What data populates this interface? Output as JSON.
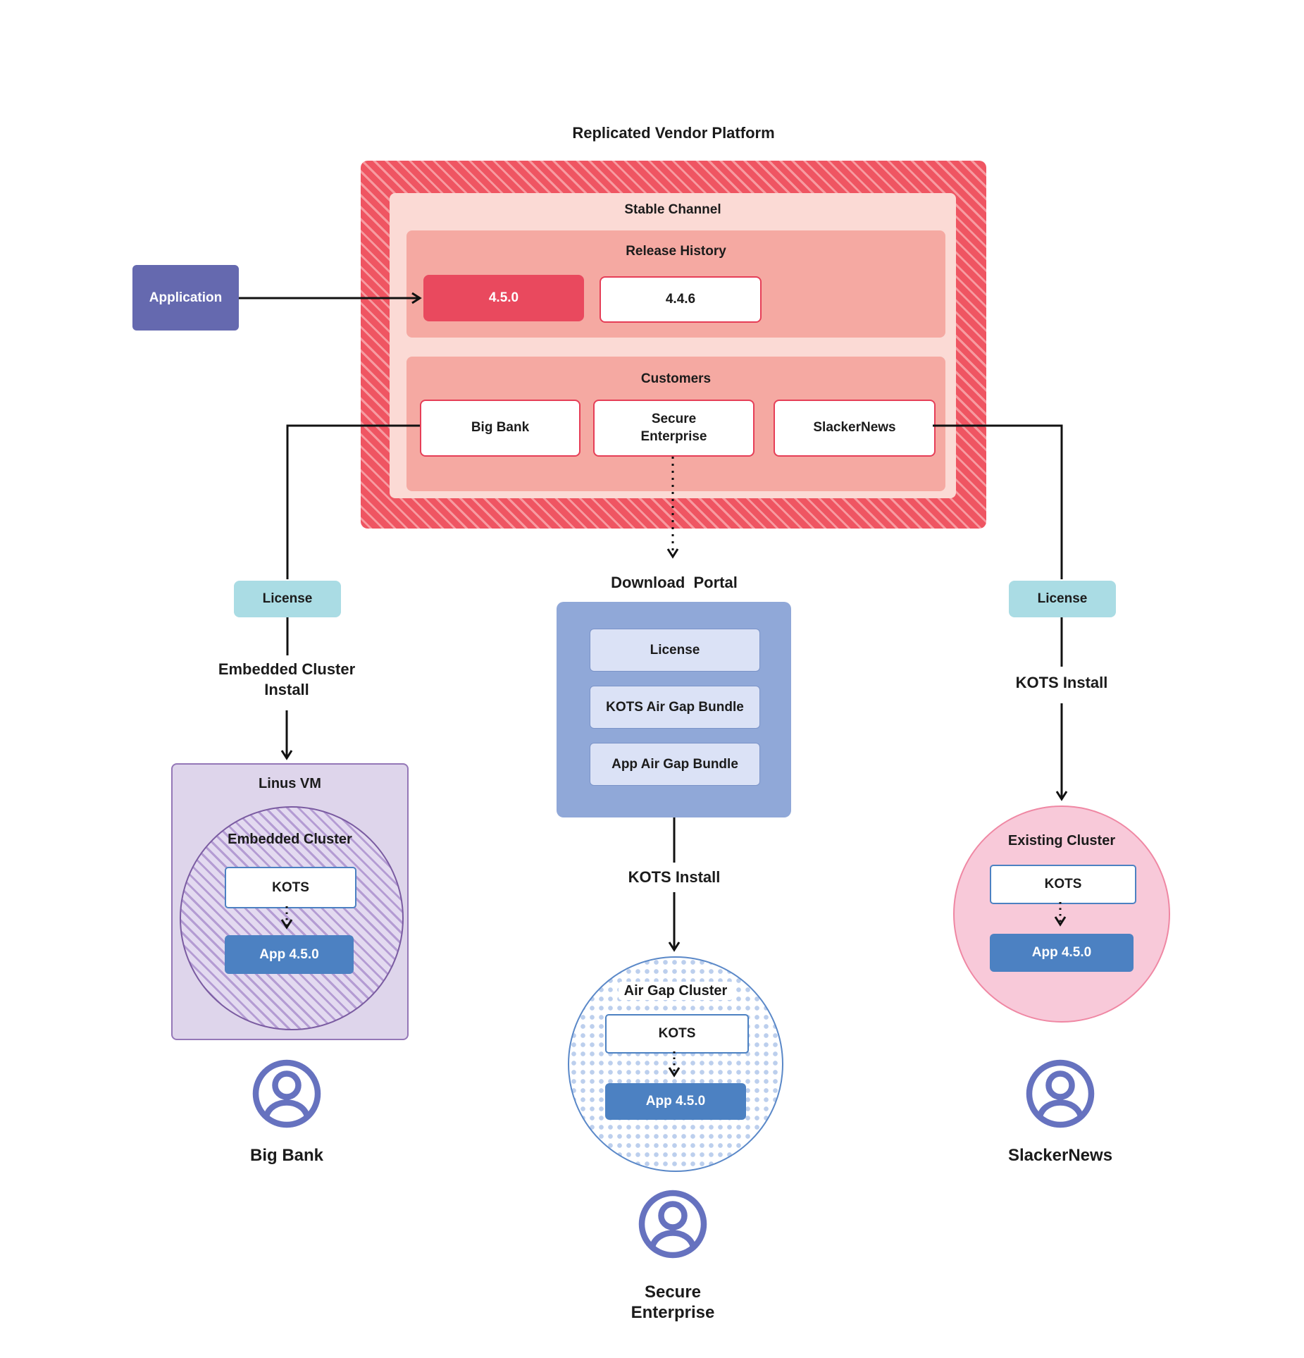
{
  "title": "Replicated Vendor Platform",
  "platform": {
    "stable_channel_label": "Stable Channel",
    "release_history": {
      "label": "Release History",
      "releases": [
        {
          "version": "4.5.0",
          "current": true
        },
        {
          "version": "4.4.6",
          "current": false
        }
      ]
    },
    "customers": {
      "label": "Customers",
      "items": [
        "Big Bank",
        "Secure Enterprise",
        "SlackerNews"
      ]
    }
  },
  "application": {
    "label": "Application"
  },
  "left_branch": {
    "license_label": "License",
    "install_label": "Embedded Cluster Install",
    "vm_label": "Linus VM",
    "cluster_label": "Embedded Cluster",
    "kots_label": "KOTS",
    "app_label": "App 4.5.0",
    "customer_label": "Big Bank"
  },
  "middle_branch": {
    "portal_title": "Download  Portal",
    "portal_items": [
      "License",
      "KOTS Air Gap Bundle",
      "App Air Gap Bundle"
    ],
    "install_label": "KOTS Install",
    "cluster_label": "Air Gap Cluster",
    "kots_label": "KOTS",
    "app_label": "App 4.5.0",
    "customer_label": "Secure Enterprise"
  },
  "right_branch": {
    "license_label": "License",
    "install_label": "KOTS Install",
    "cluster_label": "Existing Cluster",
    "kots_label": "KOTS",
    "app_label": "App 4.5.0",
    "customer_label": "SlackerNews"
  },
  "colors": {
    "platform_hatch_base": "#ef5562",
    "platform_hatch_stripe": "#f79ba1",
    "stable_channel_bg": "#fbdad5",
    "section_bg": "#f5a9a2",
    "release_current_bg": "#e9495e",
    "release_border": "#e63e57",
    "application_bg": "#6569af",
    "license_bg": "#aadce4",
    "vm_bg": "#ded5eb",
    "vm_border": "#9477b7",
    "cluster_hatch_stripe": "#b49cd3",
    "kots_border": "#4c81c2",
    "app_bg": "#4c81c2",
    "portal_bg": "#90a8d8",
    "portal_item_bg": "#dbe2f6",
    "airgap_border": "#5a88c8",
    "airgap_dot": "#bccfed",
    "existing_bg": "#f8c9d9",
    "existing_border": "#ef87a3",
    "person_icon": "#6672bf",
    "connector": "#111111"
  }
}
